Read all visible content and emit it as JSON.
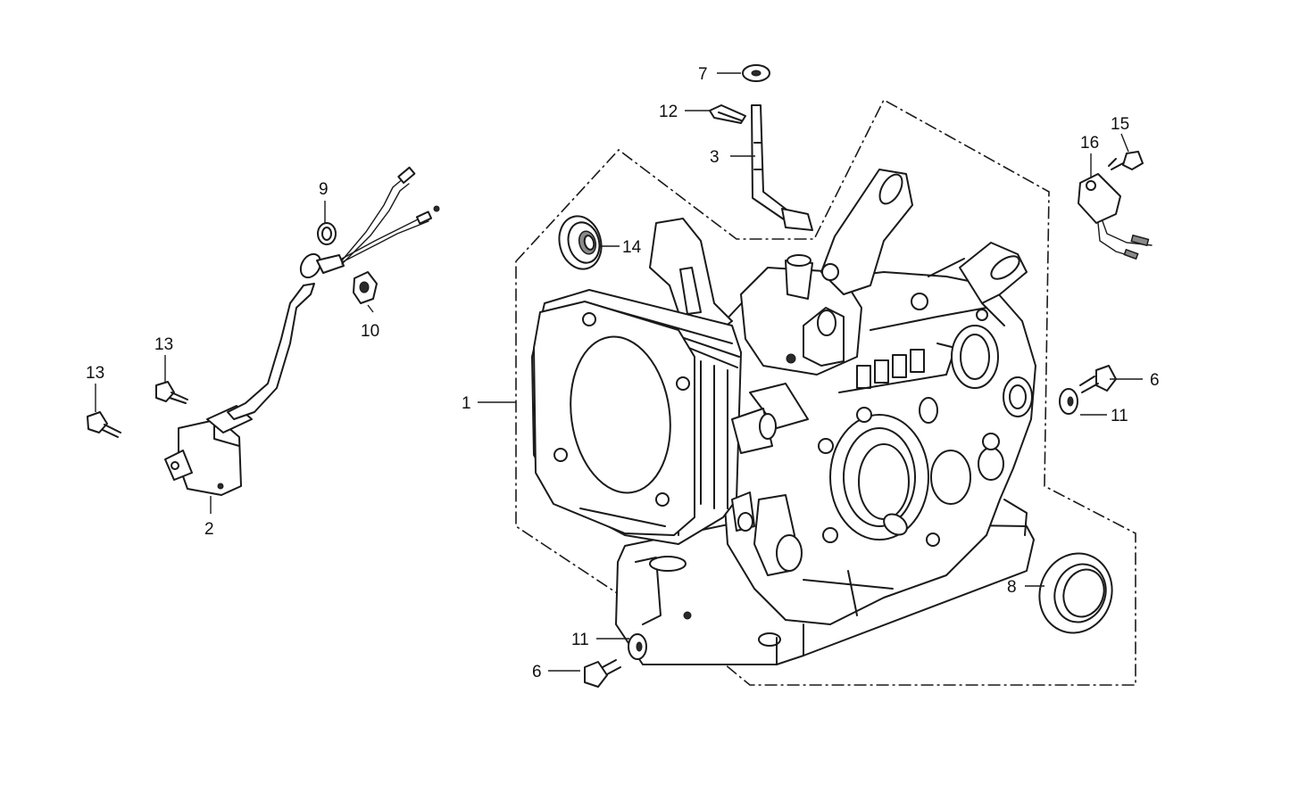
{
  "callouts": [
    {
      "id": "c1",
      "text": "1"
    },
    {
      "id": "c2",
      "text": "2"
    },
    {
      "id": "c3",
      "text": "3"
    },
    {
      "id": "c6a",
      "text": "6"
    },
    {
      "id": "c6b",
      "text": "6"
    },
    {
      "id": "c7",
      "text": "7"
    },
    {
      "id": "c8",
      "text": "8"
    },
    {
      "id": "c9",
      "text": "9"
    },
    {
      "id": "c10",
      "text": "10"
    },
    {
      "id": "c11a",
      "text": "11"
    },
    {
      "id": "c11b",
      "text": "11"
    },
    {
      "id": "c12",
      "text": "12"
    },
    {
      "id": "c13a",
      "text": "13"
    },
    {
      "id": "c13b",
      "text": "13"
    },
    {
      "id": "c14",
      "text": "14"
    },
    {
      "id": "c15",
      "text": "15"
    },
    {
      "id": "c16",
      "text": "16"
    }
  ]
}
